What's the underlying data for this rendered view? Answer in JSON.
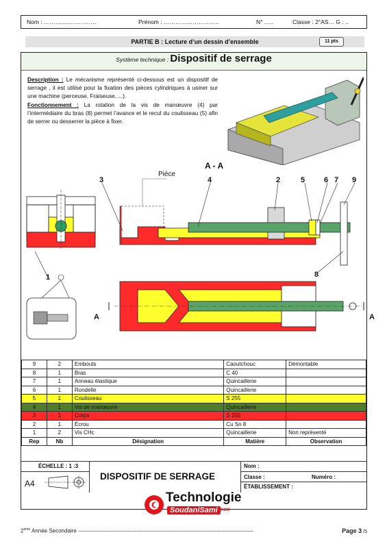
{
  "header": {
    "nom": "Nom : ………………………",
    "prenom": "Prénom : ………………………..",
    "numero": "N° …..",
    "classe": "Classe : 2°AS… G : .."
  },
  "section": {
    "title": "PARTIE B : Lecture d’un dessin d’ensemble",
    "points": "11 pts"
  },
  "system": {
    "label": "Système technique :",
    "name": "Dispositif de serrage"
  },
  "description": {
    "desc_label": "Description :",
    "desc_text": " Le mécanisme représenté ci-dessous est un dispositif de serrage , il est utilisé pour la fixation des pièces cylindriques à usiner sur une machine (perceuse, Fraiseuse, ...).",
    "fonc_label": "Fonctionnement :",
    "fonc_text": " La rotation de la vis de manœuvre (4) par l’intermédiaire du bras (8) permet l’avance et le recul du coulisseau (5) afin de serrer ou desserrer la pièce à fixer."
  },
  "drawing": {
    "section_label": "A - A",
    "piece_label": "Pièce",
    "arrow_left": "A",
    "arrow_right": "A",
    "numbers": [
      "1",
      "2",
      "3",
      "4",
      "5",
      "6",
      "7",
      "8",
      "9"
    ]
  },
  "colors": {
    "red": "#ff2a2a",
    "yellow": "#ffff2e",
    "green": "#4e7d2b",
    "green_light": "#5aa46a",
    "grey": "#d9d9d9"
  },
  "table": {
    "headers": [
      "Rep",
      "Nb",
      "Désignation",
      "Matière",
      "Observation"
    ],
    "rows": [
      {
        "rep": "9",
        "nb": "2",
        "designation": "Embouts",
        "matiere": "Caoutchouc",
        "obs": "Démontable"
      },
      {
        "rep": "8",
        "nb": "1",
        "designation": "Bras",
        "matiere": "C 40",
        "obs": ""
      },
      {
        "rep": "7",
        "nb": "1",
        "designation": "Anneau élastique",
        "matiere": "Quincaillerie",
        "obs": ""
      },
      {
        "rep": "6",
        "nb": "1",
        "designation": "Rondelle",
        "matiere": "Quincaillerie",
        "obs": ""
      },
      {
        "rep": "5",
        "nb": "1",
        "designation": "Coulisseau",
        "matiere": "S 255",
        "obs": ""
      },
      {
        "rep": "4",
        "nb": "1",
        "designation": "Vis de manœuvre",
        "matiere": "Quincaillerie",
        "obs": ""
      },
      {
        "rep": "3",
        "nb": "1",
        "designation": "Corps",
        "matiere": "S 255",
        "obs": ""
      },
      {
        "rep": "2",
        "nb": "1",
        "designation": "Écrou",
        "matiere": "Cu Sn 8",
        "obs": ""
      },
      {
        "rep": "1",
        "nb": "2",
        "designation": "Vis CHc",
        "matiere": "Quincaillerie",
        "obs": "Non représenté"
      }
    ]
  },
  "cartouche": {
    "echelle": "ÉCHELLE : 1 :3",
    "format": "A4",
    "title": "DISPOSITIF DE SERRAGE",
    "nom": "Nom :",
    "classe": "Classe :",
    "numero": "Numéro :",
    "etablissement": "ÉTABLISSEMENT :"
  },
  "logo": {
    "line1": "Technologie",
    "line2": "SoudaniSami",
    "suffix": ".COM"
  },
  "footer": {
    "left_pre": "2",
    "left_sup": "ème",
    "left_post": " Année Secondaire ------------------------------------------------------------------------------------------------ ",
    "page": "Page 3",
    "total": " /5"
  }
}
